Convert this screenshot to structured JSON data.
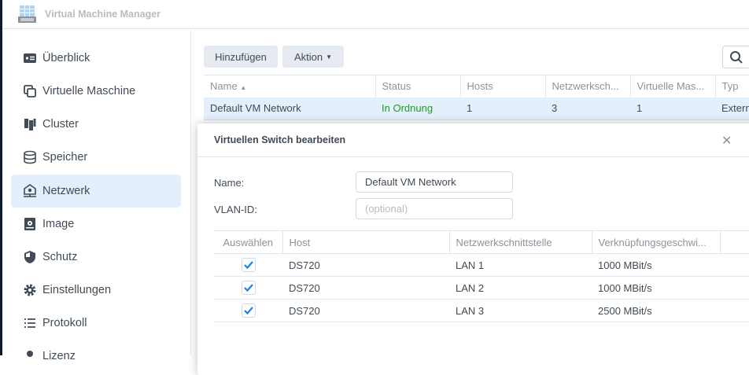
{
  "app": {
    "title": "Virtual Machine Manager"
  },
  "sidebar": {
    "items": [
      {
        "label": "Überblick",
        "icon": "overview-icon"
      },
      {
        "label": "Virtuelle Maschine",
        "icon": "vm-icon"
      },
      {
        "label": "Cluster",
        "icon": "cluster-icon"
      },
      {
        "label": "Speicher",
        "icon": "storage-icon"
      },
      {
        "label": "Netzwerk",
        "icon": "network-icon",
        "active": true
      },
      {
        "label": "Image",
        "icon": "image-icon"
      },
      {
        "label": "Schutz",
        "icon": "shield-icon"
      },
      {
        "label": "Einstellungen",
        "icon": "gear-icon"
      },
      {
        "label": "Protokoll",
        "icon": "list-icon"
      },
      {
        "label": "Lizenz",
        "icon": "license-icon"
      }
    ]
  },
  "toolbar": {
    "add": "Hinzufügen",
    "action": "Aktion"
  },
  "table": {
    "columns": [
      "Name",
      "Status",
      "Hosts",
      "Netzwerksch...",
      "Virtuelle Mas...",
      "Typ"
    ],
    "rows": [
      {
        "name": "Default VM Network",
        "status": "In Ordnung",
        "hosts": "1",
        "nics": "3",
        "vms": "1",
        "type": "Extern"
      }
    ]
  },
  "colors": {
    "status_ok": "#1ca01c",
    "accent": "#1a82e2",
    "selected_row": "#e4effc"
  },
  "dialog": {
    "title": "Virtuellen Switch bearbeiten",
    "close": "✕",
    "name_label": "Name:",
    "name_value": "Default VM Network",
    "vlan_label": "VLAN-ID:",
    "vlan_placeholder": "(optional)",
    "columns": [
      "Auswählen",
      "Host",
      "Netzwerkschnittstelle",
      "Verknüpfungsgeschwi..."
    ],
    "rows": [
      {
        "checked": true,
        "host": "DS720",
        "nic": "LAN 1",
        "speed": "1000 MBit/s"
      },
      {
        "checked": true,
        "host": "DS720",
        "nic": "LAN 2",
        "speed": "1000 MBit/s"
      },
      {
        "checked": true,
        "host": "DS720",
        "nic": "LAN 3",
        "speed": "2500 MBit/s"
      }
    ]
  }
}
